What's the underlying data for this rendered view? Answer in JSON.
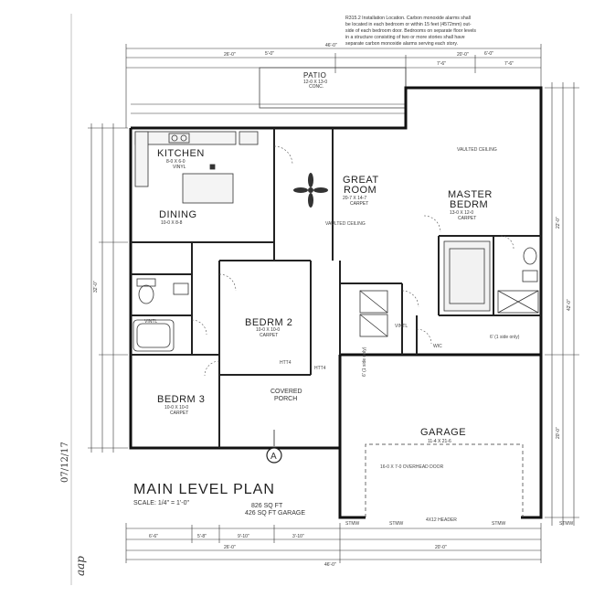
{
  "notes": {
    "line1": "R315.2 Installation Location. Carbon monoxide alarms shall",
    "line2": "be located in each bedroom or within 15 feet (4572mm) out-",
    "line3": "side of each bedroom door. Bedrooms on separate floor levels",
    "line4": "in a structure consisting of two or more stories shall have",
    "line5": "separate carbon monoxide alarms serving each story."
  },
  "rooms": {
    "patio": {
      "name": "PATIO",
      "size": "12-0 X 13-0",
      "finish": "CONC."
    },
    "kitchen": {
      "name": "KITCHEN",
      "size": "8-0 X 6-0",
      "finish": "VINYL"
    },
    "dining": {
      "name": "DINING",
      "size": "10-0 X 8-8"
    },
    "great_room": {
      "name1": "GREAT",
      "name2": "ROOM",
      "size": "20-7 X 14-7",
      "finish": "CARPET"
    },
    "master": {
      "name1": "MASTER",
      "name2": "BEDRM",
      "size": "13-0 X 12-0",
      "finish": "CARPET"
    },
    "bedrm2": {
      "name": "BEDRM 2",
      "size": "10-0 X 10-0",
      "finish": "CARPET"
    },
    "bedrm3": {
      "name": "BEDRM 3",
      "size": "10-0 X 10-0",
      "finish": "CARPET"
    },
    "garage": {
      "name": "GARAGE",
      "size": "11-4 X 21-6"
    },
    "covered_porch": {
      "name1": "COVERED",
      "name2": "PORCH"
    }
  },
  "labels": {
    "vaulted": "VAULTED CEILING",
    "wic": "WIC",
    "vintl": "VINTL",
    "htt1": "HTT4",
    "htt2": "HTT4",
    "overhead": "16-0 X 7-0 OVERHEAD DOOR",
    "header": "4X12 HEADER",
    "stemwall1": "STMW",
    "stemwall2": "STMW",
    "stemwall3": "STMW",
    "stemwall4": "STMW",
    "one_side": "6' (1 side only)",
    "one_side_left": "6' (1 side only)",
    "sec_a": "A"
  },
  "title": {
    "main": "MAIN LEVEL PLAN",
    "scale": "SCALE: 1/4\" = 1'-0\"",
    "sqft": "826 SQ FT",
    "garage_sqft": "426 SQ FT GARAGE"
  },
  "margin": {
    "date": "07/12/17",
    "initials": "aap"
  },
  "dims": {
    "top_overall": "46'-0\"",
    "top_left": "26'-0\"",
    "top_right": "20'-0\"",
    "top_a": "5'-0\"",
    "top_b": "7'-6\"",
    "top_c": "6'-0\"",
    "top_d": "7'-6\"",
    "bot_overall": "46'-0\"",
    "bot_left": "26'-0\"",
    "bot_right": "20'-0\"",
    "bot_a": "6'-6\"",
    "bot_b": "5'-8\"",
    "bot_c": "9'-10\"",
    "bot_d": "3'-10\"",
    "left_overall": "32'-0\"",
    "right_overall": "42'-0\"",
    "right_a": "22'-0\"",
    "right_b": "20'-0\""
  }
}
